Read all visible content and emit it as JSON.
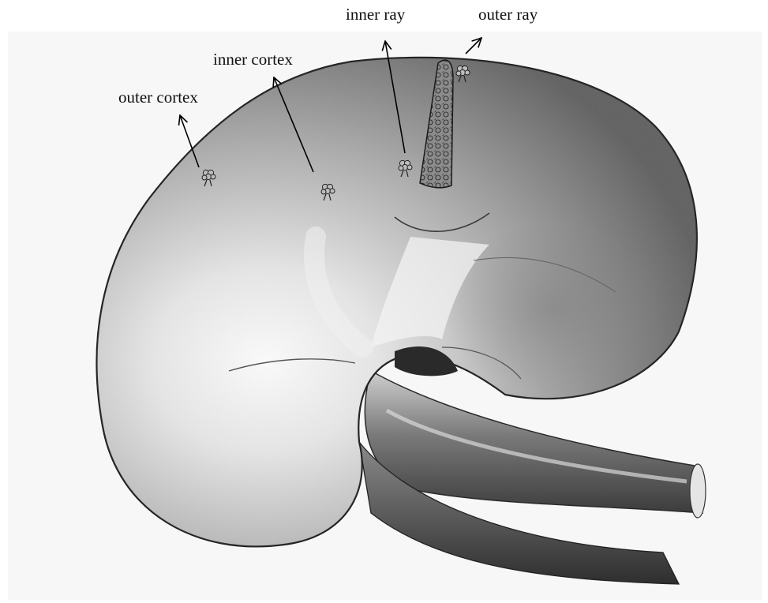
{
  "labels": {
    "outer_cortex": "outer cortex",
    "inner_cortex": "inner cortex",
    "inner_ray": "inner ray",
    "outer_ray": "outer ray"
  }
}
